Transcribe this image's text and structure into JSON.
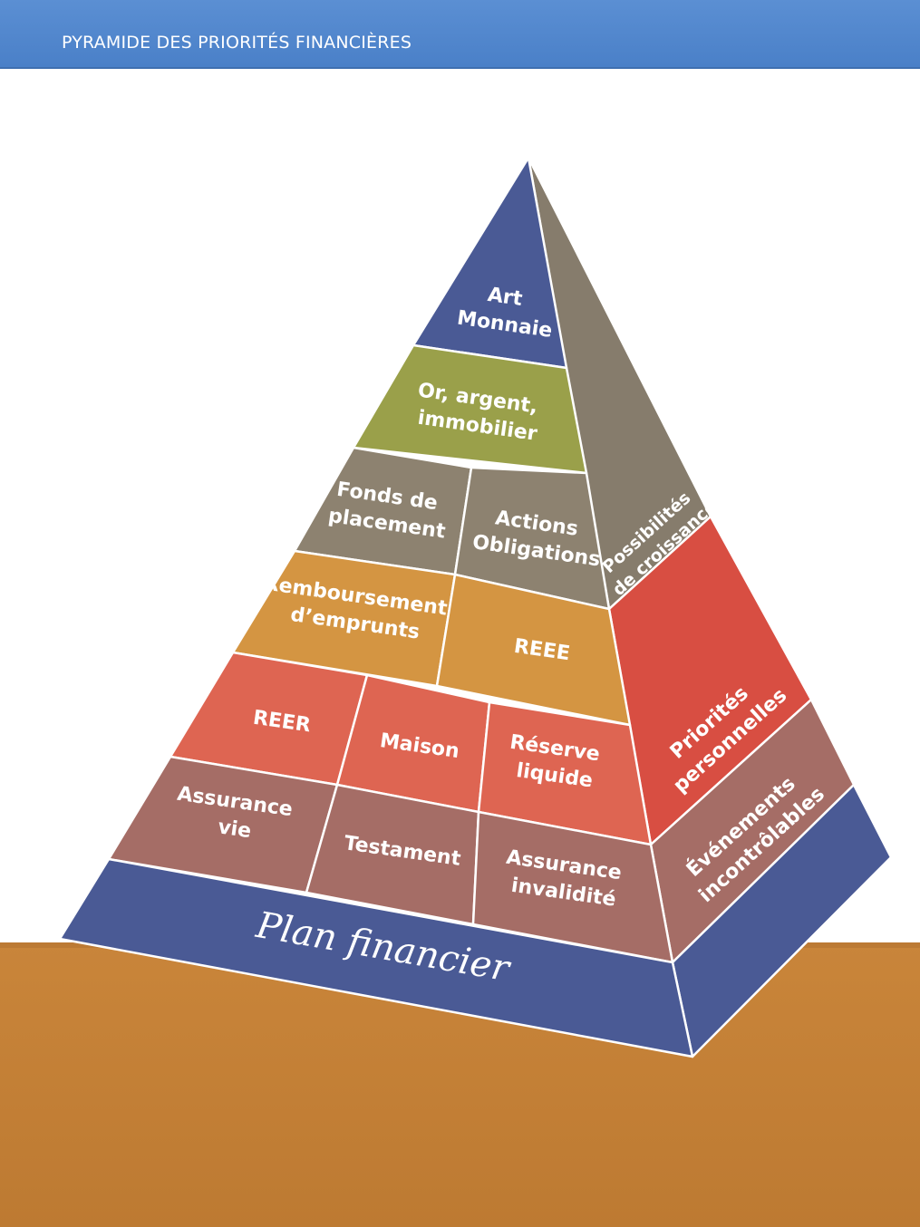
{
  "header": {
    "title": "PYRAMIDE DES PRIORITÉS FINANCIÈRES"
  },
  "colors": {
    "header": "#4a80c8",
    "ground": "#c27e35",
    "navy": "#4a5a95",
    "olive": "#9aa04a",
    "gray_brown": "#8d8270",
    "amber": "#d49542",
    "red": "#de6552",
    "mauve": "#a56d66",
    "side_gray": "#867c6c",
    "side_red": "#d84e42"
  },
  "pyramid": {
    "front": {
      "tier_top": {
        "line1": "Art",
        "line2": "Monnaie"
      },
      "tier_2": {
        "line1": "Or, argent,",
        "line2": "immobilier"
      },
      "tier_3": [
        {
          "line1": "Fonds de",
          "line2": "placement"
        },
        {
          "line1": "Actions",
          "line2": "Obligations"
        }
      ],
      "tier_4": [
        {
          "line1": "Remboursement",
          "line2": "d’emprunts"
        },
        {
          "line1": "REEE"
        }
      ],
      "tier_5": [
        {
          "line1": "REER"
        },
        {
          "line1": "Maison"
        },
        {
          "line1": "Réserve",
          "line2": "liquide"
        }
      ],
      "tier_6": [
        {
          "line1": "Assurance",
          "line2": "vie"
        },
        {
          "line1": "Testament"
        },
        {
          "line1": "Assurance",
          "line2": "invalidité"
        }
      ],
      "base": "Plan financier"
    },
    "side": {
      "top": {
        "line1": "Possibilités",
        "line2": "de croissance"
      },
      "middle": {
        "line1": "Priorités",
        "line2": "personnelles"
      },
      "bottom": {
        "line1": "Événements",
        "line2": "incontrôlables"
      }
    }
  }
}
